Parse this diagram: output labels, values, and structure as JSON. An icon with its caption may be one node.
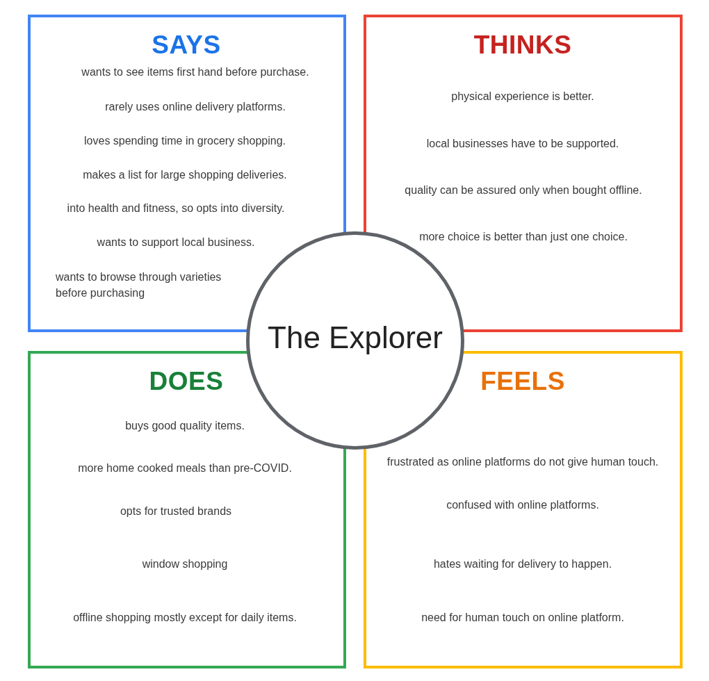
{
  "diagram": {
    "nodes": [
      {
        "text": [
          "SAYS",
          "wants to see items first hand before purchase.",
          "rarely uses online delivery platforms.",
          "loves spending time in grocery shopping.",
          "makes a list for large shopping deliveries.",
          "into health and fitness, so opts into diversity.",
          "wants to support local business.",
          "wants to browse through varieties before purchasing"
        ]
      },
      {
        "text": [
          "THINKS",
          "physical experience is better.",
          "local businesses have to be supported.",
          "quality can be assured only when bought offline.",
          "more choice is better than just one choice."
        ]
      },
      {
        "text": [
          "DOES",
          "buys good quality items.",
          "more home cooked meals than pre-COVID.",
          "opts for trusted brands",
          "window shopping",
          "offline shopping mostly except for daily items."
        ]
      },
      {
        "text": [
          "FEELS",
          "frustrated as online platforms do not give human touch.",
          "confused with online platforms.",
          "hates waiting for delivery to happen.",
          "need for human touch on online platform."
        ]
      },
      {
        "text": [
          "The Explorer"
        ]
      }
    ]
  }
}
